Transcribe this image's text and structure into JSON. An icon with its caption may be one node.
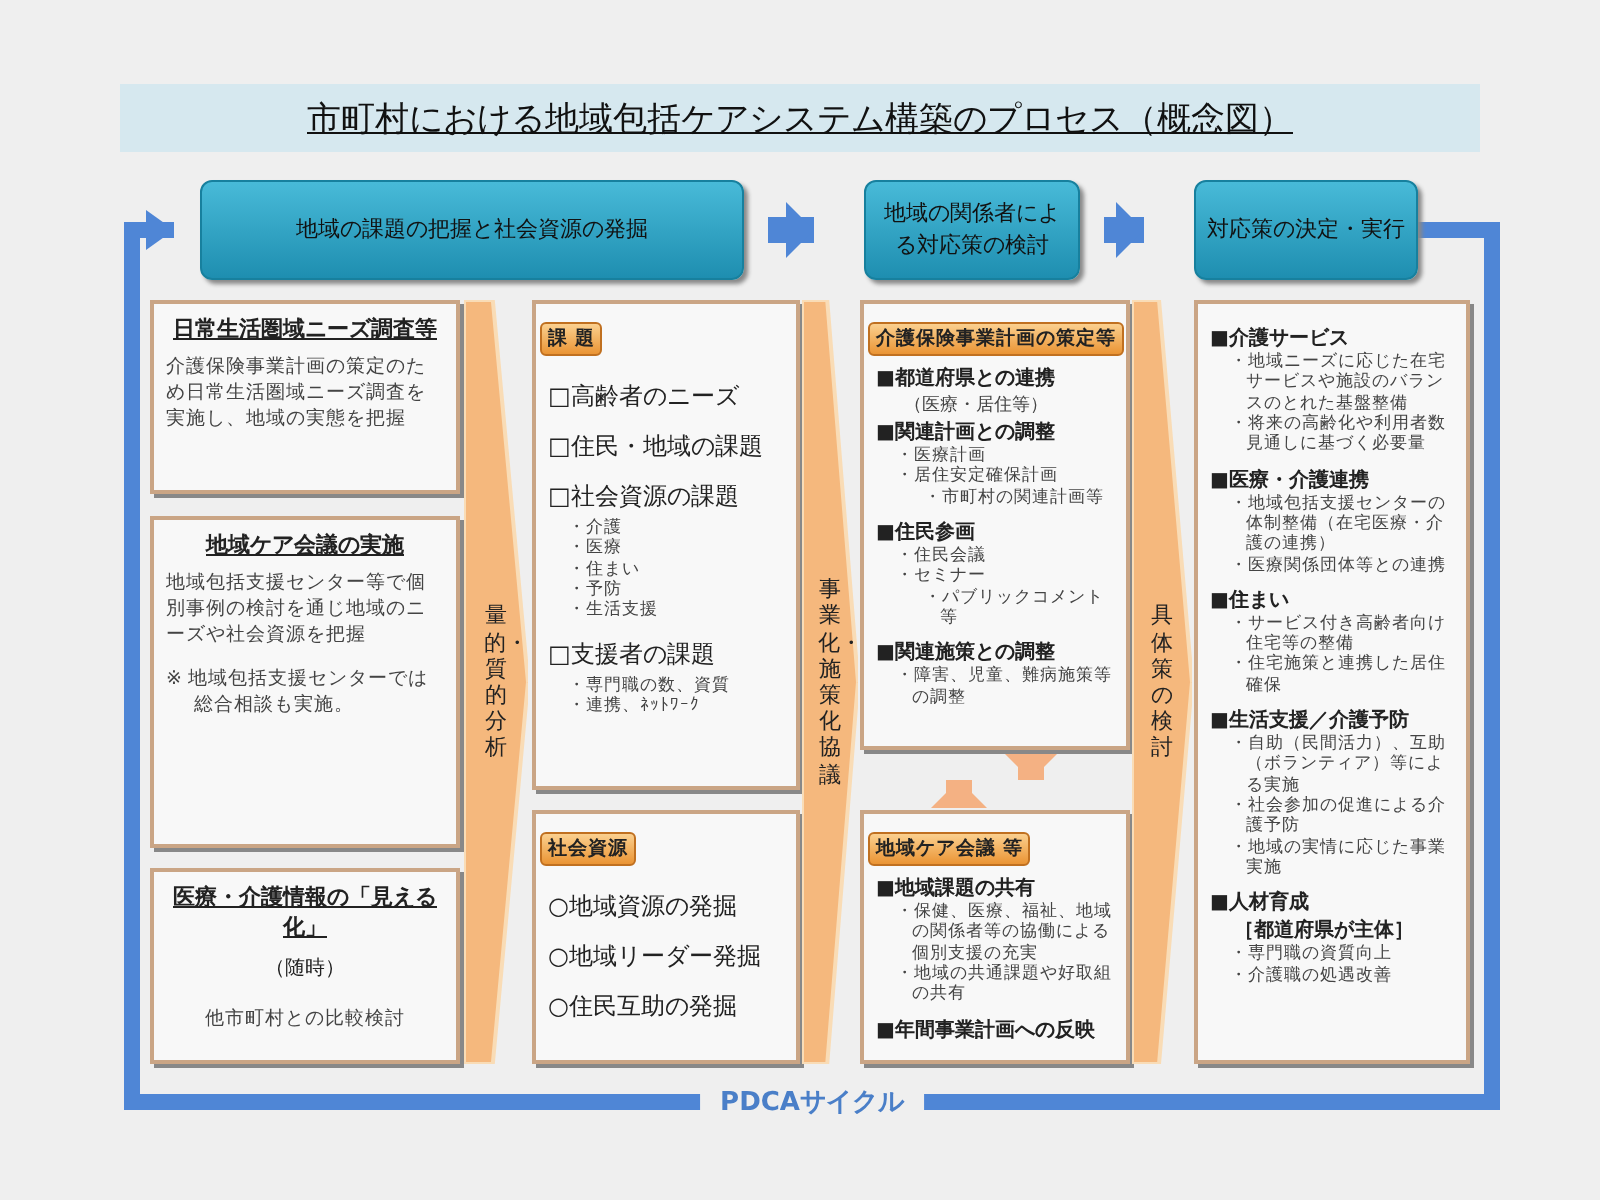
{
  "diagram": {
    "title": "市町村における地域包括ケアシステム構築のプロセス（概念図）",
    "nodes": [
      {
        "text": [
          "地域の課題の把握と社会資源の発掘"
        ]
      },
      {
        "text": [
          "地域の関係者による対応策の検討"
        ]
      },
      {
        "text": [
          "対応策の決定・実行"
        ]
      },
      {
        "text": [
          "日常生活圏域ニーズ調査等",
          "介護保険事業計画の策定のため日常生活圏域ニーズ調査を実施し、地域の実態を把握"
        ]
      },
      {
        "text": [
          "地域ケア会議の実施",
          "地域包括支援センター等で個別事例の検討を通じ地域のニーズや社会資源を把握",
          "※ 地域包括支援センターでは総合相談も実施。"
        ]
      },
      {
        "text": [
          "医療・介護情報の「見える化」",
          "（随時）",
          "他市町村との比較検討"
        ]
      },
      {
        "text": [
          "量的・質的分析"
        ]
      },
      {
        "text": [
          "課 題",
          "□高齢者のニーズ",
          "□住民・地域の課題",
          "□社会資源の課題",
          "・介護",
          "・医療",
          "・住まい",
          "・予防",
          "・生活支援",
          "□支援者の課題",
          "・専門職の数、資質",
          "・連携、ﾈｯﾄﾜｰｸ"
        ]
      },
      {
        "text": [
          "社会資源",
          "○地域資源の発掘",
          "○地域リーダー発掘",
          "○住民互助の発掘"
        ]
      },
      {
        "text": [
          "事業化・施策化協議"
        ]
      },
      {
        "text": [
          "介護保険事業計画の策定等",
          "■都道府県との連携",
          "（医療・居住等）",
          "■関連計画との調整",
          "・医療計画",
          "・居住安定確保計画",
          "・市町村の関連計画等",
          "■住民参画",
          "・住民会議",
          "・セミナー",
          "・パブリックコメント等",
          "■関連施策との調整",
          "・障害、児童、難病施策等の調整"
        ]
      },
      {
        "text": [
          "地域ケア会議 等",
          "■地域課題の共有",
          "・保健、医療、福祉、地域の関係者等の協働による個別支援の充実",
          "・地域の共通課題や好取組の共有",
          "■年間事業計画への反映"
        ]
      },
      {
        "text": [
          "具体策の検討"
        ]
      },
      {
        "text": [
          "■介護サービス",
          "・地域ニーズに応じた在宅サービスや施設のバランスのとれた基盤整備",
          "・将来の高齢化や利用者数見通しに基づく必要量",
          "■医療・介護連携",
          "・地域包括支援センターの体制整備（在宅医療・介護の連携）",
          "・医療関係団体等との連携",
          "■住まい",
          "・サービス付き高齢者向け住宅等の整備",
          "・住宅施策と連携した居住確保",
          "■生活支援／介護予防",
          "・自助（民間活力）、互助（ボランティア）等による実施",
          "・社会参加の促進による介護予防",
          "・地域の実情に応じた事業実施",
          "■人材育成",
          "［都道府県が主体］",
          "・専門職の資質向上",
          "・介護職の処遇改善"
        ]
      }
    ],
    "edges": [
      {
        "from": 0,
        "to": 1,
        "arrow": "to"
      },
      {
        "from": 1,
        "to": 2,
        "arrow": "to"
      },
      {
        "from": 11,
        "to": 10,
        "arrow": "to",
        "color": "#f4b183"
      },
      {
        "from": 10,
        "to": 11,
        "arrow": "to",
        "color": "#f4b183"
      },
      {
        "from": 2,
        "to": 0,
        "arrow": "to",
        "label": "PDCAサイクル"
      }
    ]
  }
}
